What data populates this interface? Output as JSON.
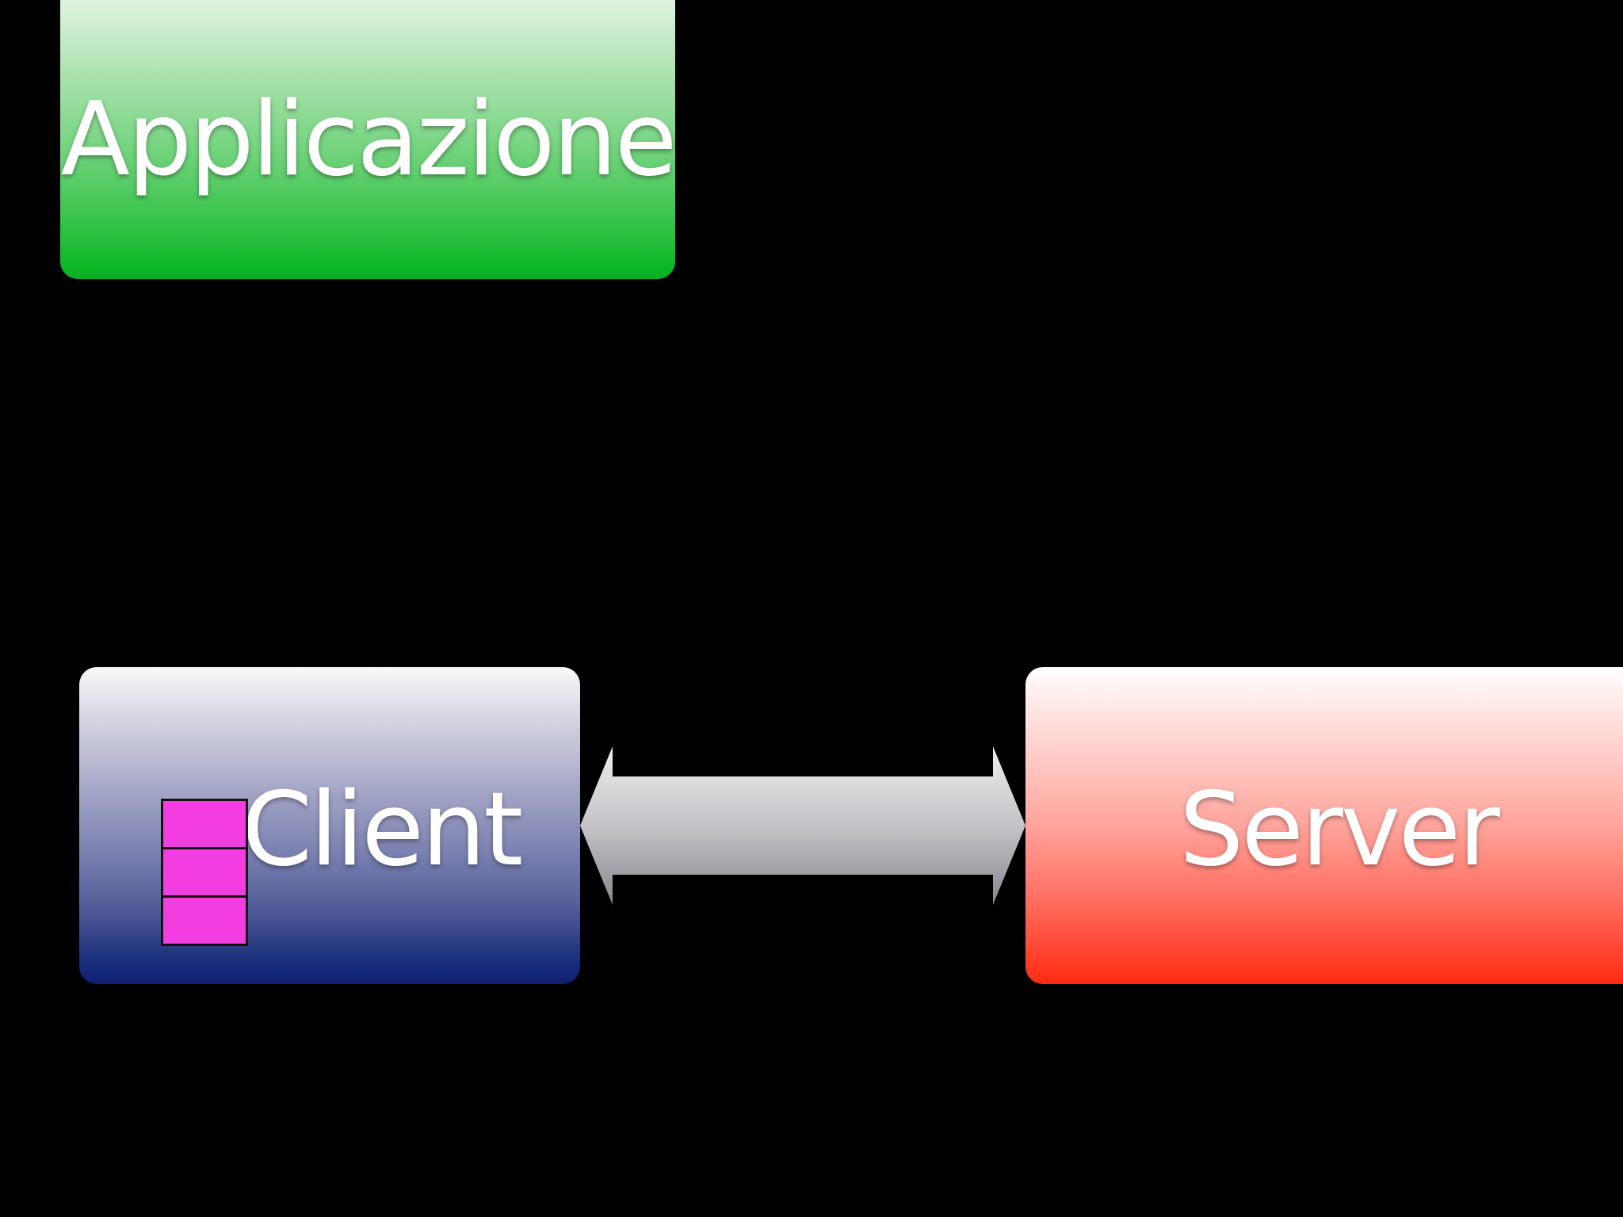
{
  "nodes": {
    "application": {
      "label": "Applicazione",
      "color": "#03b21f"
    },
    "client": {
      "label": "Client",
      "color": "#0e1f72"
    },
    "server": {
      "label": "Server",
      "color": "#ff2a12"
    }
  },
  "connection": {
    "type": "bidirectional",
    "from": "client",
    "to": "server"
  },
  "queue": {
    "cells": 3,
    "color": "#f23ee0"
  }
}
